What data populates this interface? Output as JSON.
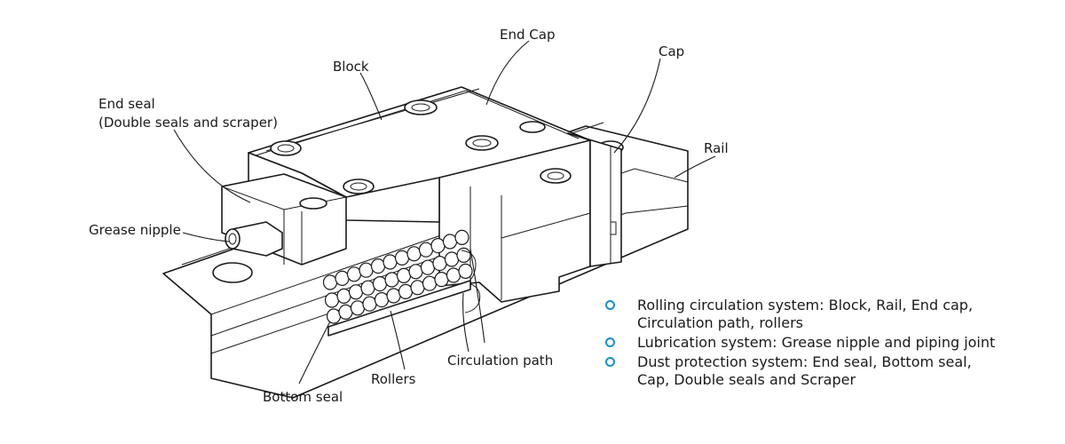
{
  "accent_color": "#1a8fc9",
  "labels": {
    "block": "Block",
    "end_cap": "End Cap",
    "cap": "Cap",
    "rail": "Rail",
    "end_seal_line1": "End seal",
    "end_seal_line2": "(Double seals and scraper)",
    "grease_nipple": "Grease nipple",
    "bottom_seal": "Bottom seal",
    "rollers": "Rollers",
    "circulation_path": "Circulation path"
  },
  "legend": [
    {
      "line1": "Rolling circulation system: Block, Rail, End cap,",
      "line2": "Circulation path, rollers"
    },
    {
      "line1": "Lubrication system: Grease nipple and piping joint",
      "line2": ""
    },
    {
      "line1": "Dust protection system: End seal, Bottom seal,",
      "line2": "Cap, Double seals and Scraper"
    }
  ]
}
